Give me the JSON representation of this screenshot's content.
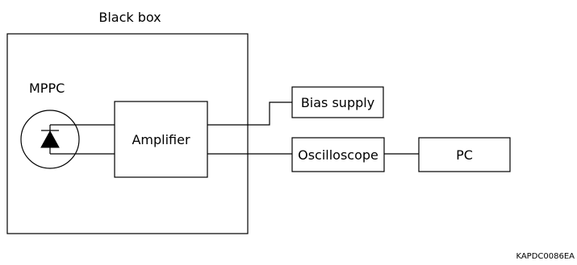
{
  "diagram": {
    "black_box_label": "Black box",
    "mppc_label": "MPPC",
    "amplifier_label": "Amplifier",
    "bias_supply_label": "Bias supply",
    "oscilloscope_label": "Oscilloscope",
    "pc_label": "PC",
    "figure_code": "KAPDC0086EA"
  }
}
